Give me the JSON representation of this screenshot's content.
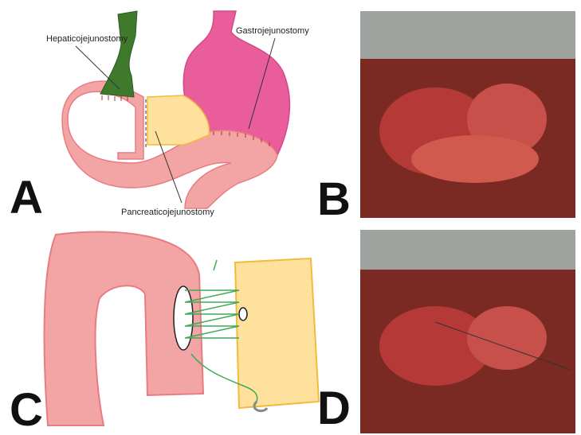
{
  "panels": {
    "a": {
      "letter": "A",
      "labels": {
        "hepatico": "Hepaticojejunostomy",
        "gastro": "Gastrojejunostomy",
        "pancreatico": "Pancreaticojejunostomy"
      }
    },
    "b": {
      "letter": "B"
    },
    "c": {
      "letter": "C"
    },
    "d": {
      "letter": "D"
    }
  },
  "colors": {
    "jejunum": "#f3a4a4",
    "jejunum_stroke": "#e77c83",
    "bile_duct": "#3f7a2c",
    "pancreas": "#fde19c",
    "pancreas_stroke": "#f1bb3c",
    "stomach": "#ea5d9b",
    "suture": "#3faa57",
    "photo_bg": "#7a2a22"
  }
}
